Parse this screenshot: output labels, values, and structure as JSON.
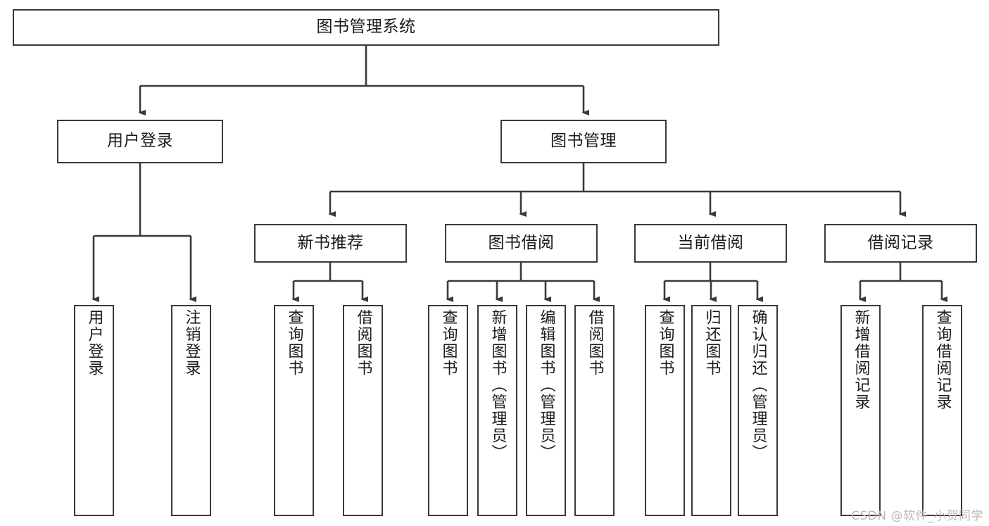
{
  "diagram": {
    "title": "图书管理系统",
    "type": "function-structure-tree",
    "watermark": "CSDN @软件_小贺同学",
    "colors": {
      "background": "#ffffff",
      "box_border": "#3a3a3a",
      "connector": "#3a3a3a",
      "text": "#1b1b1b",
      "watermark": "#b9b9b9"
    },
    "levels": {
      "root": {
        "label": "图书管理系统"
      },
      "level1": [
        {
          "label": "用户登录"
        },
        {
          "label": "图书管理"
        }
      ],
      "level2": [
        {
          "label": "新书推荐"
        },
        {
          "label": "图书借阅"
        },
        {
          "label": "当前借阅"
        },
        {
          "label": "借阅记录"
        }
      ],
      "leaves": {
        "user_login": [
          {
            "label": "用户登录"
          },
          {
            "label": "注销登录"
          }
        ],
        "new_book_recommend": [
          {
            "label": "查询图书"
          },
          {
            "label": "借阅图书"
          }
        ],
        "book_borrow": [
          {
            "label": "查询图书"
          },
          {
            "label": "新增图书（管理员）"
          },
          {
            "label": "编辑图书（管理员）"
          },
          {
            "label": "借阅图书"
          }
        ],
        "current_borrow": [
          {
            "label": "查询图书"
          },
          {
            "label": "归还图书"
          },
          {
            "label": "确认归还（管理员）"
          }
        ],
        "borrow_record": [
          {
            "label": "新增借阅记录"
          },
          {
            "label": "查询借阅记录"
          }
        ]
      }
    }
  }
}
